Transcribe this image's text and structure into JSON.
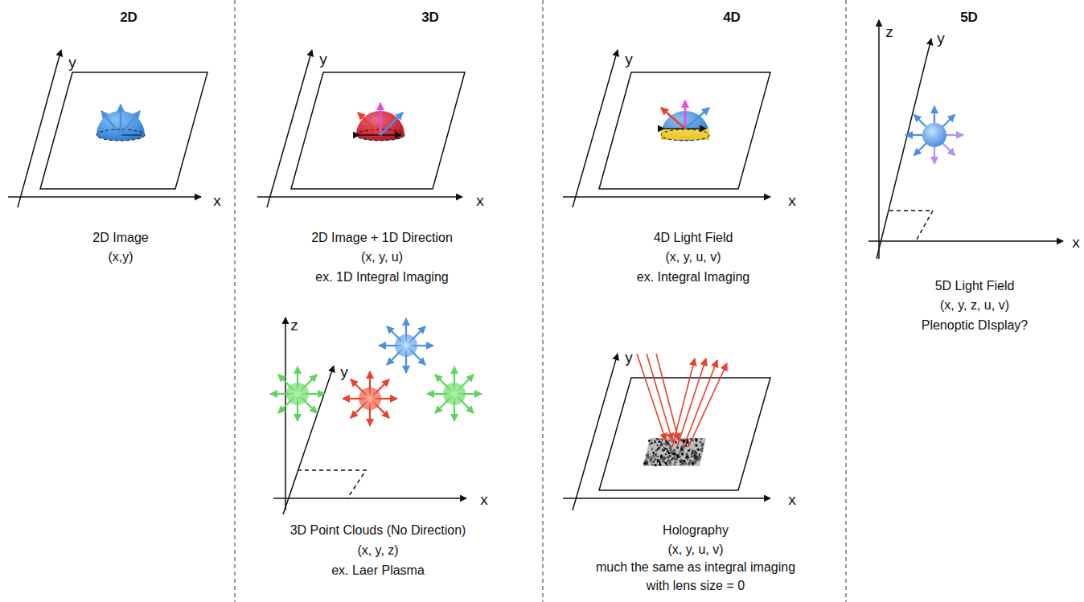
{
  "diagram": {
    "labels": [
      "2D",
      "3D",
      "4D",
      "5D",
      "y",
      "x",
      "2D Image",
      "(x,y)",
      "y",
      "x",
      "2D Image + 1D Direction",
      "(x, y, u)",
      "ex. 1D Integral Imaging",
      "z",
      "y",
      "x",
      "3D Point Clouds (No Direction)",
      "(x, y, z)",
      "ex. Laer Plasma",
      "y",
      "x",
      "4D Light Field",
      "(x, y, u, v)",
      "ex. Integral Imaging",
      "y",
      "x",
      "Holography",
      "(x, y, u, v)",
      "much the same as integral imaging",
      "with lens size = 0",
      "z",
      "y",
      "x",
      "5D Light Field",
      "(x, y, z, u, v)",
      "Plenoptic DIsplay?"
    ]
  }
}
